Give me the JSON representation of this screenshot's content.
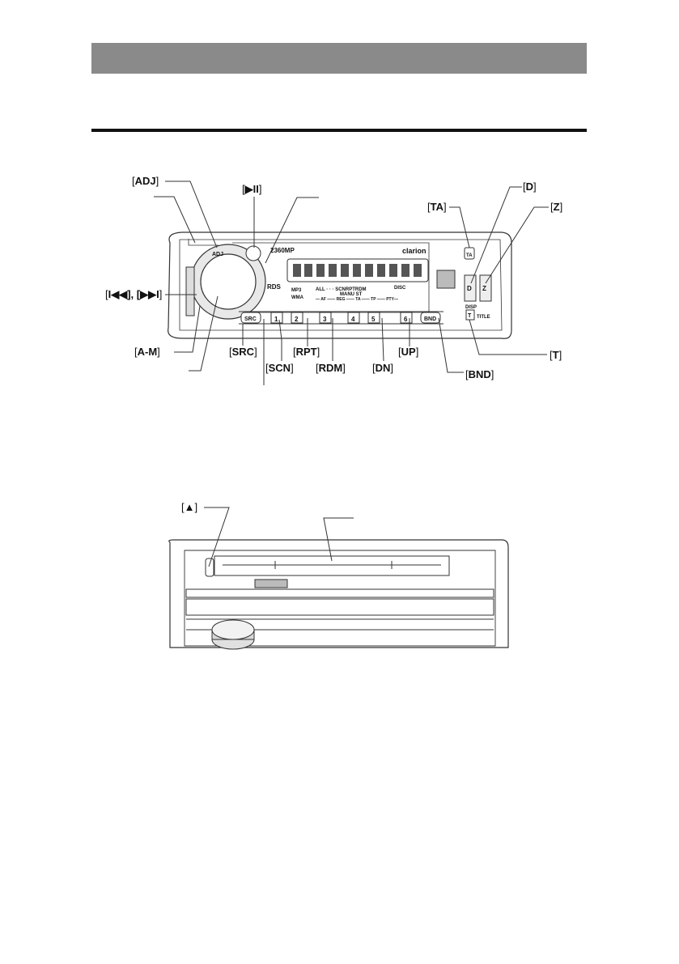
{
  "page": {
    "header_title": "",
    "section_title": ""
  },
  "figure1": {
    "model_text": "2360MP",
    "brand_text": "clarion",
    "callouts": {
      "adj": "ADJ",
      "play_pause": "▶II",
      "ta": "TA",
      "d": "D",
      "z": "Z",
      "prev_next": "I◀◀], [▶▶I",
      "am": "A-M",
      "src": "SRC",
      "scn": "SCN",
      "rpt": "RPT",
      "rdm": "RDM",
      "dn": "DN",
      "up": "UP",
      "bnd": "BND",
      "t": "T"
    },
    "buttons": {
      "adj": "ADJ",
      "src": "SRC",
      "bnd": "BND",
      "ta": "TA",
      "d": "D",
      "z": "Z",
      "t": "T",
      "presets": [
        "1",
        "2",
        "3",
        "4",
        "5",
        "6"
      ]
    },
    "panel_labels": {
      "rds": "RDS",
      "mp3": "MP3",
      "wma": "WMA",
      "display_line1": "ALL · · · SCNRPTRDM",
      "display_line2": "MANU  ST",
      "display_line3": "— AF —— REG —— TA —— TP —— PTY—",
      "disc": "DISC",
      "title": "TITLE",
      "bar_text": "DISP"
    }
  },
  "figure2": {
    "callouts": {
      "eject": "▲"
    }
  }
}
